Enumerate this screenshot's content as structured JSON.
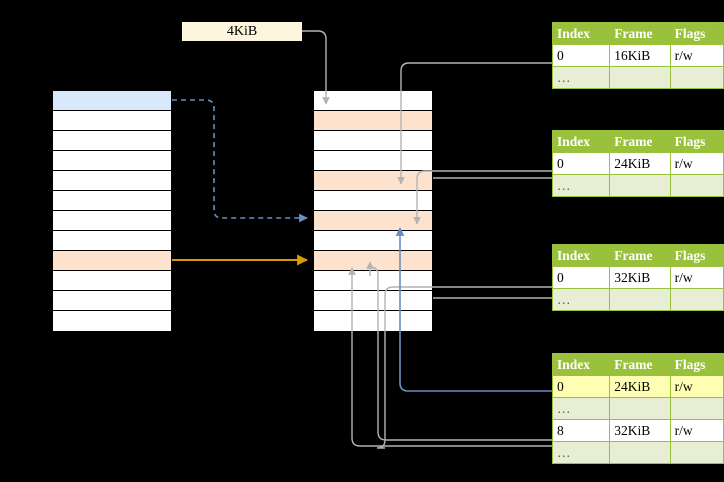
{
  "diagram": {
    "title": "multi-level page table translation diagram",
    "colors": {
      "header_green": "#9ac13c",
      "ellipsis_row": "#e8eed3",
      "highlight_yellow": "#ffffb3",
      "selected_blue": "#dae8fc",
      "selected_orange": "#fde3ce",
      "blue_arrow": "#6c8ebf",
      "orange_arrow": "#d79b00",
      "gray_arrow": "#b3b3b3",
      "label_bg": "#fdf5dd"
    }
  },
  "page_size_label": {
    "text": "4KiB"
  },
  "left_column": {
    "name": "virtual-address-space-column",
    "rows": [
      {
        "fill": "blue"
      },
      {
        "fill": "white"
      },
      {
        "fill": "white"
      },
      {
        "fill": "white"
      },
      {
        "fill": "white"
      },
      {
        "fill": "white"
      },
      {
        "fill": "white"
      },
      {
        "fill": "white"
      },
      {
        "fill": "orange"
      },
      {
        "fill": "white"
      },
      {
        "fill": "white"
      },
      {
        "fill": "white"
      }
    ]
  },
  "middle_column": {
    "name": "physical-memory-column",
    "rows": [
      {
        "fill": "white"
      },
      {
        "fill": "orange"
      },
      {
        "fill": "white"
      },
      {
        "fill": "white"
      },
      {
        "fill": "orange"
      },
      {
        "fill": "white"
      },
      {
        "fill": "orange"
      },
      {
        "fill": "white"
      },
      {
        "fill": "orange"
      },
      {
        "fill": "white"
      },
      {
        "fill": "white"
      },
      {
        "fill": "white"
      }
    ]
  },
  "tables": [
    {
      "name": "page-table-level-0",
      "headers": [
        "Index",
        "Frame",
        "Flags"
      ],
      "rows": [
        {
          "cells": [
            "0",
            "16KiB",
            "r/w"
          ],
          "style": "normal",
          "highlight": [
            false,
            false,
            false
          ]
        },
        {
          "cells": [
            "…",
            "",
            ""
          ],
          "style": "ellipsis",
          "highlight": [
            false,
            false,
            false
          ]
        }
      ]
    },
    {
      "name": "page-table-level-1",
      "headers": [
        "Index",
        "Frame",
        "Flags"
      ],
      "rows": [
        {
          "cells": [
            "0",
            "24KiB",
            "r/w"
          ],
          "style": "normal",
          "highlight": [
            false,
            false,
            false
          ]
        },
        {
          "cells": [
            "…",
            "",
            ""
          ],
          "style": "ellipsis",
          "highlight": [
            false,
            false,
            false
          ]
        }
      ]
    },
    {
      "name": "page-table-level-2",
      "headers": [
        "Index",
        "Frame",
        "Flags"
      ],
      "rows": [
        {
          "cells": [
            "0",
            "32KiB",
            "r/w"
          ],
          "style": "normal",
          "highlight": [
            false,
            false,
            false
          ]
        },
        {
          "cells": [
            "…",
            "",
            ""
          ],
          "style": "ellipsis",
          "highlight": [
            false,
            false,
            false
          ]
        }
      ]
    },
    {
      "name": "page-table-level-3",
      "headers": [
        "Index",
        "Frame",
        "Flags"
      ],
      "rows": [
        {
          "cells": [
            "0",
            "24KiB",
            "r/w"
          ],
          "style": "normal",
          "highlight": [
            true,
            true,
            true
          ]
        },
        {
          "cells": [
            "…",
            "",
            ""
          ],
          "style": "ellipsis",
          "highlight": [
            false,
            false,
            false
          ]
        },
        {
          "cells": [
            "8",
            "32KiB",
            "r/w"
          ],
          "style": "normal",
          "highlight": [
            false,
            false,
            false
          ]
        },
        {
          "cells": [
            "…",
            "",
            ""
          ],
          "style": "ellipsis",
          "highlight": [
            false,
            false,
            false
          ]
        }
      ]
    }
  ]
}
